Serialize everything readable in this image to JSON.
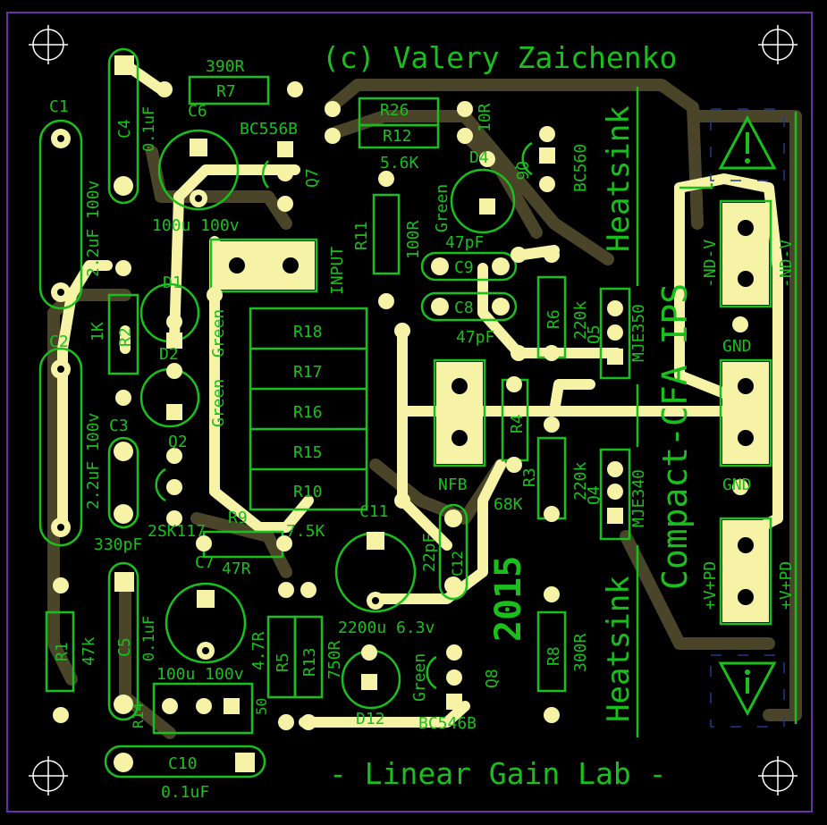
{
  "board": {
    "title": "(c) Valery Zaichenko",
    "footer": "- Linear Gain Lab -",
    "year": "2015",
    "module_name": "Compact-CFA IPS",
    "heatsink_top": "Heatsink",
    "heatsink_bottom": "Heatsink"
  },
  "colors": {
    "background": "#000000",
    "silkscreen": "#19c01c",
    "copper_top": "#f6f2a6",
    "copper_bottom": "#4a4429",
    "board_edge": "#6a2fa8",
    "warning": "#1a3a8a"
  },
  "labels": {
    "r7_value": "390R",
    "r7": "R7",
    "r26": "R26",
    "r12": "R12",
    "r12_value": "5.6K",
    "r26_value": "10R",
    "c1": "C1",
    "c1_value": "2.2uF 100v",
    "c2": "C2",
    "c2_value": "2.2uF 100v",
    "c3": "C3",
    "c3_value": "330pF",
    "c4": "C4",
    "c4_value": "0.1uF",
    "c5": "C5",
    "c5_value": "0.1uF",
    "c6": "C6",
    "c6_value": "100u 100v",
    "c7": "C7",
    "c7_value": "100u 100v",
    "c8": "C8",
    "c8_value": "47pF",
    "c9": "C9",
    "c9_value": "47pF",
    "c10": "C10",
    "c10_value": "0.1uF",
    "c11": "C11",
    "c11_value": "2200u 6.3v",
    "c12": "C12",
    "c12_value": "22pF",
    "q7": "Q7",
    "q7_part": "BC556B",
    "q6": "Q6",
    "q6_part": "BC560",
    "q5": "Q5",
    "q5_part": "MJE350",
    "q4": "Q4",
    "q4_part": "MJE340",
    "q2": "Q2",
    "q2_part": "2SK117",
    "q8": "Q8",
    "q8_part": "BC546B",
    "d1": "D1",
    "d1_color": "Green",
    "d2": "D2",
    "d2_color": "Green",
    "d4": "D4",
    "d4_color": "Green",
    "d12": "D12",
    "d12_color": "Green",
    "r1": "R1",
    "r1_value": "47k",
    "r2": "R2",
    "r2_value": "1K",
    "r3": "R3",
    "r3_value": "68K",
    "r4": "R4",
    "r5": "R5",
    "r5_value": "4.7R",
    "r6": "R6",
    "r6_value": "220k",
    "r3b_value": "220k",
    "r8": "R8",
    "r8_value": "300R",
    "r9": "R9",
    "r9_value": "7.5K",
    "r11": "R11",
    "r11_value": "100R",
    "r13": "R13",
    "r13_value": "750R",
    "r14": "R14",
    "r14_value": "50",
    "c7_r": "47R",
    "r18": "R18",
    "r17": "R17",
    "r16": "R16",
    "r15": "R15",
    "r10": "R10",
    "input": "INPUT",
    "nfb": "NFB",
    "nd_v": "-ND-V",
    "gnd": "GND",
    "v_pd": "+V+PD"
  }
}
